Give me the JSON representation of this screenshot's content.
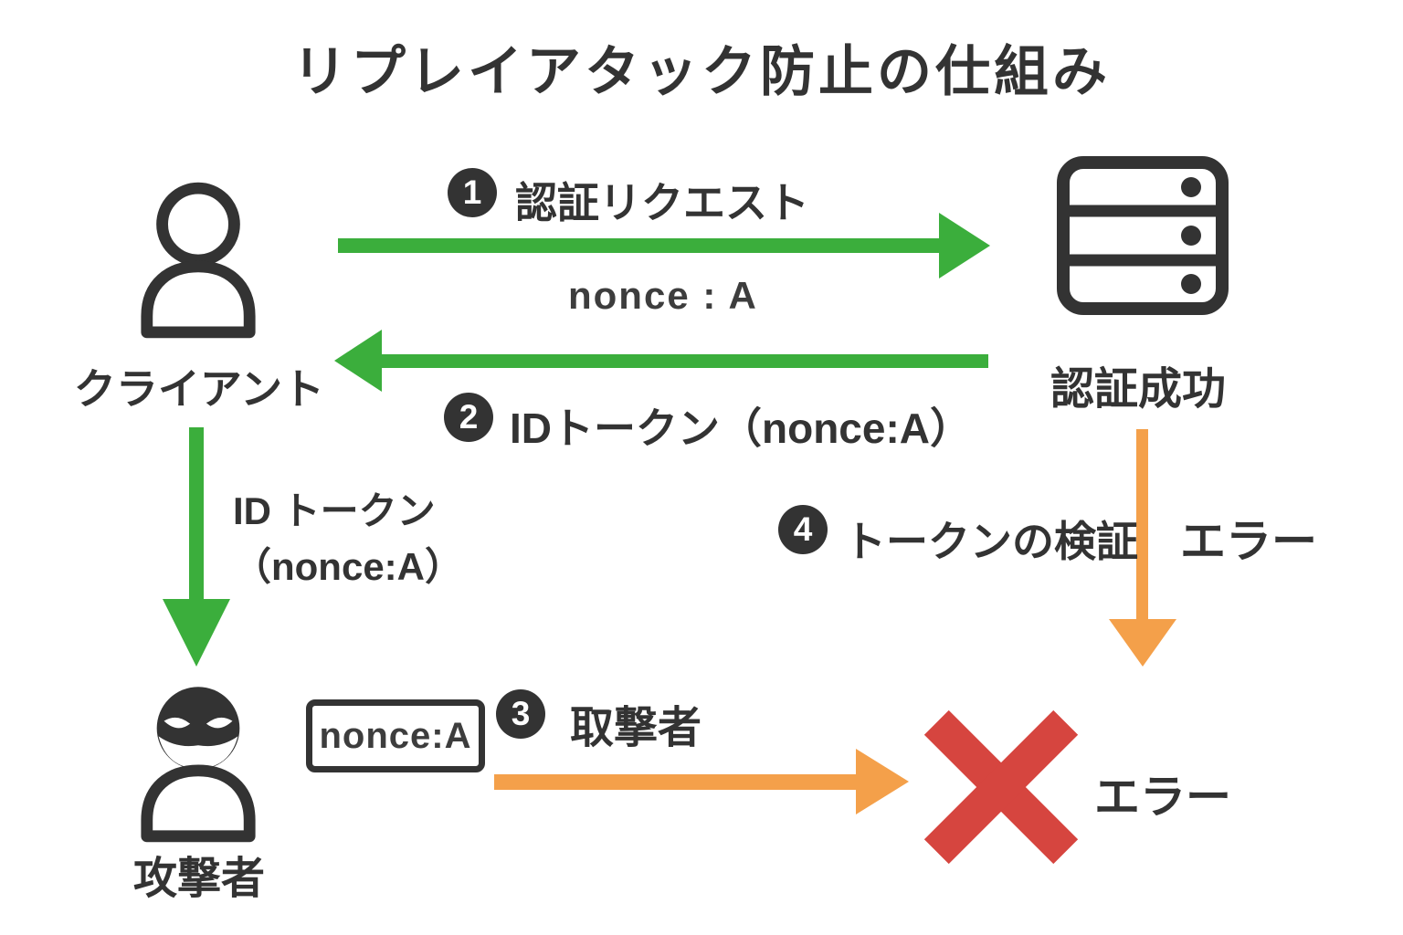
{
  "title": "リプレイアタック防止の仕組み",
  "colors": {
    "green": "#3BAE3C",
    "orange": "#F4A04A",
    "red": "#D6453F",
    "dark": "#333333"
  },
  "actors": {
    "client": {
      "label": "クライアント"
    },
    "server": {
      "label": "認証成功"
    },
    "attacker": {
      "label": "攻撃者"
    }
  },
  "steps": {
    "step1": {
      "number": "1",
      "label": "認証リクエスト",
      "sublabel": "nonce : A"
    },
    "step2": {
      "number": "2",
      "label": "IDトークン（nonce:A）"
    },
    "step3": {
      "number": "3",
      "label": "取撃者"
    },
    "step4": {
      "number": "4",
      "label": "トークンの検証"
    }
  },
  "labels": {
    "leak_line1": "ID トークン",
    "leak_line2": "（nonce:A）",
    "token_box": "nonce:A",
    "error_vertical": "エラー",
    "error_result": "エラー"
  }
}
